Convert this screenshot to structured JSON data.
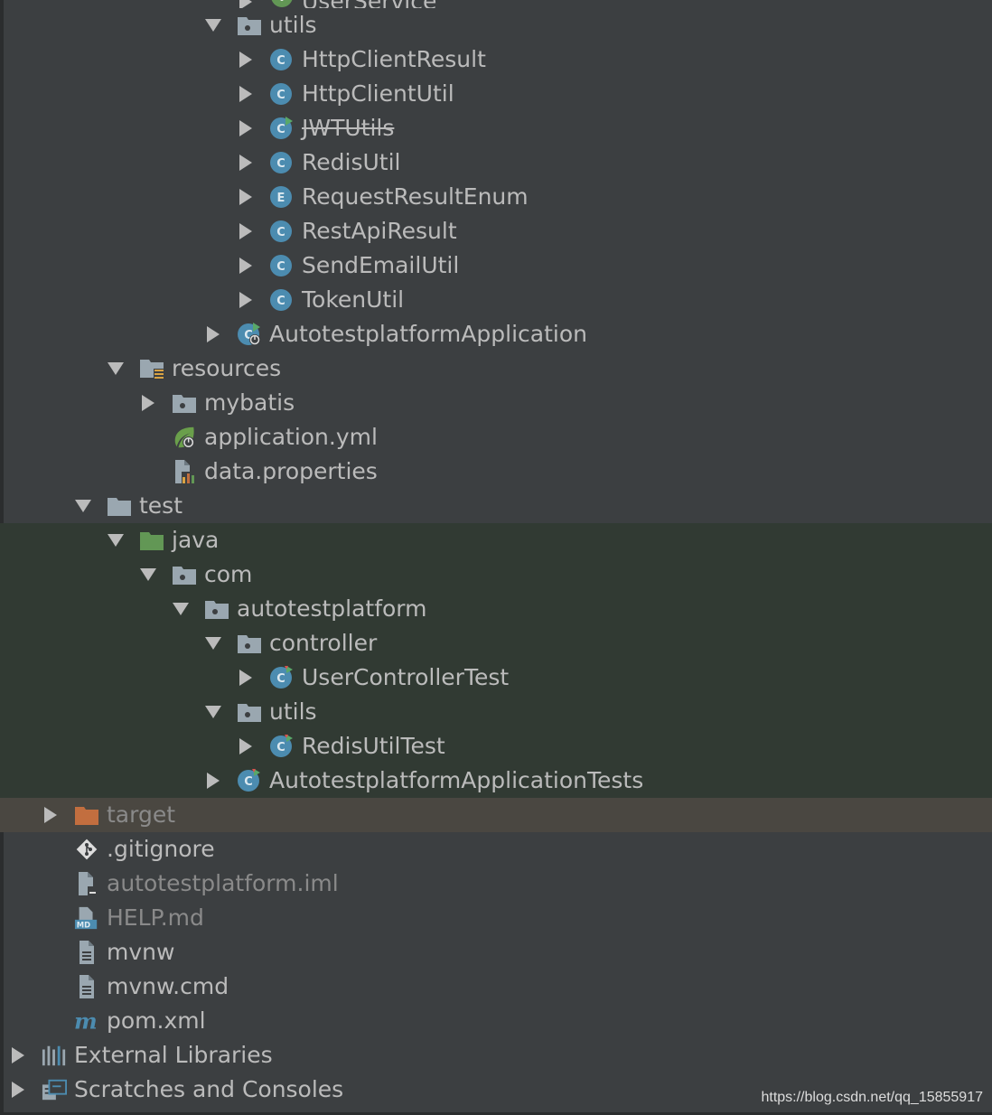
{
  "tree": [
    {
      "label": "UserService",
      "depth": 7,
      "icon": "spring-interface-icon",
      "arrow": "right",
      "bg": "",
      "style": "",
      "cut": true
    },
    {
      "label": "utils",
      "depth": 6,
      "icon": "package-folder-icon",
      "arrow": "down",
      "bg": "",
      "style": ""
    },
    {
      "label": "HttpClientResult",
      "depth": 7,
      "icon": "class-icon",
      "arrow": "right",
      "bg": "",
      "style": ""
    },
    {
      "label": "HttpClientUtil",
      "depth": 7,
      "icon": "class-icon",
      "arrow": "right",
      "bg": "",
      "style": ""
    },
    {
      "label": "JWTUtils",
      "depth": 7,
      "icon": "runnable-class-icon",
      "arrow": "right",
      "bg": "",
      "style": "strike"
    },
    {
      "label": "RedisUtil",
      "depth": 7,
      "icon": "class-icon",
      "arrow": "right",
      "bg": "",
      "style": ""
    },
    {
      "label": "RequestResultEnum",
      "depth": 7,
      "icon": "enum-icon",
      "arrow": "right",
      "bg": "",
      "style": ""
    },
    {
      "label": "RestApiResult",
      "depth": 7,
      "icon": "class-icon",
      "arrow": "right",
      "bg": "",
      "style": ""
    },
    {
      "label": "SendEmailUtil",
      "depth": 7,
      "icon": "class-icon",
      "arrow": "right",
      "bg": "",
      "style": ""
    },
    {
      "label": "TokenUtil",
      "depth": 7,
      "icon": "class-icon",
      "arrow": "right",
      "bg": "",
      "style": ""
    },
    {
      "label": "AutotestplatformApplication",
      "depth": 6,
      "icon": "spring-boot-app-class-icon",
      "arrow": "right",
      "bg": "",
      "style": ""
    },
    {
      "label": "resources",
      "depth": 3,
      "icon": "resources-folder-icon",
      "arrow": "down",
      "bg": "",
      "style": ""
    },
    {
      "label": "mybatis",
      "depth": 4,
      "icon": "package-folder-icon",
      "arrow": "right",
      "bg": "",
      "style": ""
    },
    {
      "label": "application.yml",
      "depth": 4,
      "icon": "spring-yml-icon",
      "arrow": "none",
      "bg": "",
      "style": ""
    },
    {
      "label": "data.properties",
      "depth": 4,
      "icon": "properties-file-icon",
      "arrow": "none",
      "bg": "",
      "style": ""
    },
    {
      "label": "test",
      "depth": 2,
      "icon": "folder-icon",
      "arrow": "down",
      "bg": "",
      "style": ""
    },
    {
      "label": "java",
      "depth": 3,
      "icon": "test-source-folder-icon",
      "arrow": "down",
      "bg": "test",
      "style": ""
    },
    {
      "label": "com",
      "depth": 4,
      "icon": "package-folder-icon",
      "arrow": "down",
      "bg": "test",
      "style": ""
    },
    {
      "label": "autotestplatform",
      "depth": 5,
      "icon": "package-folder-icon",
      "arrow": "down",
      "bg": "test",
      "style": ""
    },
    {
      "label": "controller",
      "depth": 6,
      "icon": "package-folder-icon",
      "arrow": "down",
      "bg": "test",
      "style": ""
    },
    {
      "label": "UserControllerTest",
      "depth": 7,
      "icon": "test-class-icon",
      "arrow": "right",
      "bg": "test",
      "style": ""
    },
    {
      "label": "utils",
      "depth": 6,
      "icon": "package-folder-icon",
      "arrow": "down",
      "bg": "test",
      "style": ""
    },
    {
      "label": "RedisUtilTest",
      "depth": 7,
      "icon": "test-class-icon",
      "arrow": "right",
      "bg": "test",
      "style": ""
    },
    {
      "label": "AutotestplatformApplicationTests",
      "depth": 6,
      "icon": "test-class-icon",
      "arrow": "right",
      "bg": "test",
      "style": ""
    },
    {
      "label": "target",
      "depth": 1,
      "icon": "excluded-folder-icon",
      "arrow": "right",
      "bg": "excluded",
      "style": "dim"
    },
    {
      "label": ".gitignore",
      "depth": 1,
      "icon": "git-file-icon",
      "arrow": "none",
      "bg": "",
      "style": ""
    },
    {
      "label": "autotestplatform.iml",
      "depth": 1,
      "icon": "iml-file-icon",
      "arrow": "none",
      "bg": "",
      "style": "dim"
    },
    {
      "label": "HELP.md",
      "depth": 1,
      "icon": "markdown-file-icon",
      "arrow": "none",
      "bg": "",
      "style": "dim"
    },
    {
      "label": "mvnw",
      "depth": 1,
      "icon": "text-file-icon",
      "arrow": "none",
      "bg": "",
      "style": ""
    },
    {
      "label": "mvnw.cmd",
      "depth": 1,
      "icon": "text-file-icon",
      "arrow": "none",
      "bg": "",
      "style": ""
    },
    {
      "label": "pom.xml",
      "depth": 1,
      "icon": "maven-file-icon",
      "arrow": "none",
      "bg": "",
      "style": ""
    },
    {
      "label": "External Libraries",
      "depth": 0,
      "icon": "libraries-icon",
      "arrow": "right",
      "bg": "",
      "style": ""
    },
    {
      "label": "Scratches and Consoles",
      "depth": 0,
      "icon": "scratches-icon",
      "arrow": "right",
      "bg": "",
      "style": ""
    }
  ],
  "watermark": "https://blog.csdn.net/qq_15855917",
  "colors": {
    "background": "#3c3f41",
    "test_background": "#313a33",
    "excluded_background": "#4a4741",
    "text": "#bbbbbb",
    "dim_text": "#8a8a8a",
    "class_blue": "#4c8cb0",
    "folder_gray": "#9aa7b0",
    "test_folder_green": "#629755",
    "excluded_orange": "#c26e3f"
  }
}
